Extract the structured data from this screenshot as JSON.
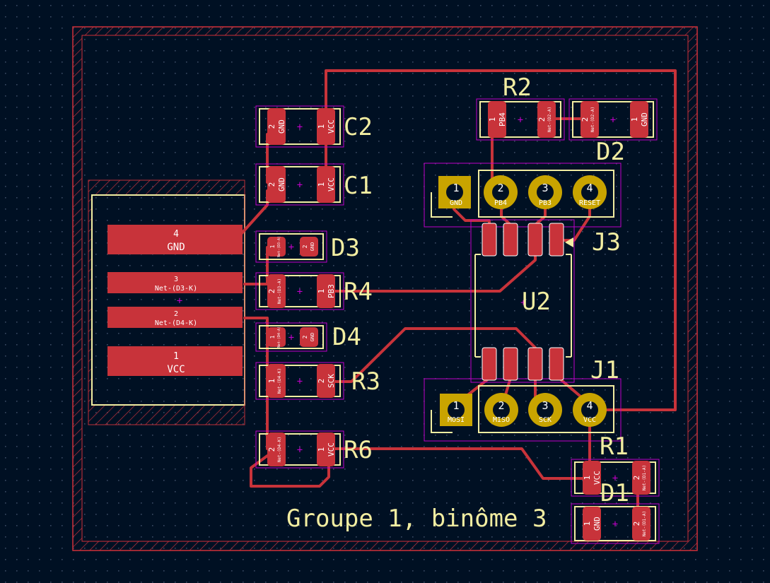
{
  "board": {
    "title": "Groupe 1, binôme 3",
    "colors": {
      "background": "#001023",
      "edge": "#d0303a",
      "copper": "#c8333a",
      "silkscreen": "#f2eda1",
      "courtyard": "#c000c8",
      "th_pad": "#c9a400"
    }
  },
  "refs": {
    "c2": "C2",
    "c1": "C1",
    "r2": "R2",
    "d2": "D2",
    "d3": "D3",
    "r4": "R4",
    "d4": "D4",
    "r3": "R3",
    "r6": "R6",
    "r1": "R1",
    "d1": "D1",
    "j3": "J3",
    "j1": "J1",
    "u2": "U2"
  },
  "connector": {
    "pads": [
      {
        "num": "4",
        "net": "GND"
      },
      {
        "num": "3",
        "net": "Net-(D3-K)"
      },
      {
        "num": "2",
        "net": "Net-(D4-K)"
      },
      {
        "num": "1",
        "net": "VCC"
      }
    ]
  },
  "smd": {
    "c2": [
      {
        "num": "2",
        "net": "GND"
      },
      {
        "num": "1",
        "net": "VCC"
      }
    ],
    "c1": [
      {
        "num": "2",
        "net": "GND"
      },
      {
        "num": "1",
        "net": "VCC"
      }
    ],
    "r2": [
      {
        "num": "1",
        "net": "PB4"
      },
      {
        "num": "2",
        "net": "Net-(D2-A)"
      }
    ],
    "d2": [
      {
        "num": "2",
        "net": "Net-(D2-A)"
      },
      {
        "num": "1",
        "net": "GND"
      }
    ],
    "d3": [
      {
        "num": "1",
        "net": "Net-(D3-A)"
      },
      {
        "num": "2",
        "net": "GND"
      }
    ],
    "r4": [
      {
        "num": "2",
        "net": "Net-(D3-A)"
      },
      {
        "num": "1",
        "net": "PB3"
      }
    ],
    "d4": [
      {
        "num": "1",
        "net": "Net-(D4-A)"
      },
      {
        "num": "2",
        "net": "GND"
      }
    ],
    "r3": [
      {
        "num": "1",
        "net": "Net-(D4-K)"
      },
      {
        "num": "2",
        "net": "SCK"
      }
    ],
    "r6": [
      {
        "num": "2",
        "net": "Net-(D4-K)"
      },
      {
        "num": "1",
        "net": "VCC"
      }
    ],
    "r1": [
      {
        "num": "1",
        "net": "VCC"
      },
      {
        "num": "2",
        "net": "Net-(D1-A)"
      }
    ],
    "d1": [
      {
        "num": "1",
        "net": "GND"
      },
      {
        "num": "2",
        "net": "Net-(D1-A)"
      }
    ]
  },
  "j3": [
    {
      "num": "1",
      "net": "GND"
    },
    {
      "num": "2",
      "net": "PB4"
    },
    {
      "num": "3",
      "net": "PB3"
    },
    {
      "num": "4",
      "net": "RESET"
    }
  ],
  "j1": [
    {
      "num": "1",
      "net": "MOSI"
    },
    {
      "num": "2",
      "net": "MISO"
    },
    {
      "num": "3",
      "net": "SCK"
    },
    {
      "num": "4",
      "net": "VCC"
    }
  ]
}
